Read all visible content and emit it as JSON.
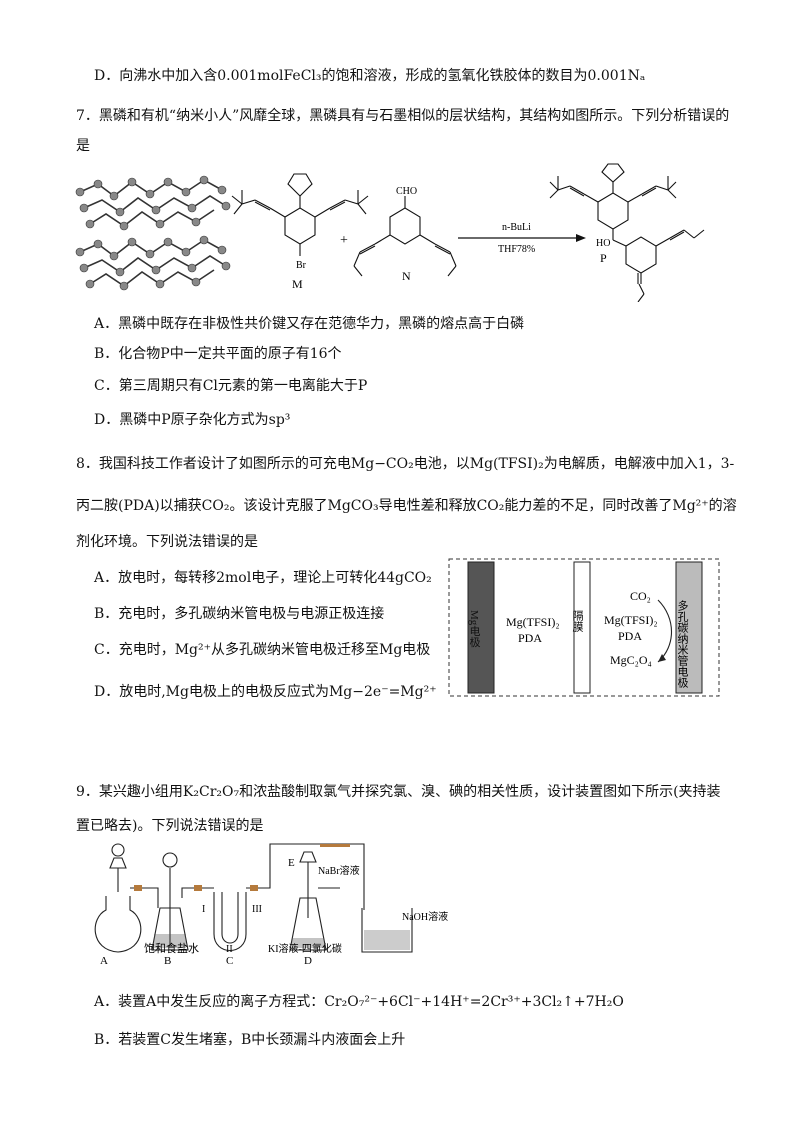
{
  "q6": {
    "optionD": "D．向沸水中加入含0.001molFeCl₃的饱和溶液，形成的氢氧化铁胶体的数目为0.001Nₐ"
  },
  "q7": {
    "stem_line1": "7．黑磷和有机“纳米小人”风靡全球，黑磷具有与石墨相似的层状结构，其结构如图所示。下列分析错误的",
    "stem_line2": "是",
    "fig": {
      "label_m": "M",
      "label_n": "N",
      "label_p": "P",
      "br": "Br",
      "cho": "CHO",
      "ho": "HO",
      "plus": "+",
      "reagent_top": "n-BuLi",
      "reagent_bottom": "THF78%"
    },
    "options": [
      "A．黑磷中既存在非极性共价键又存在范德华力，黑磷的熔点高于白磷",
      "B．化合物P中一定共平面的原子有16个",
      "C．第三周期只有Cl元素的第一电离能大于P",
      "D．黑磷中P原子杂化方式为sp³"
    ]
  },
  "q8": {
    "stem_line1": "8．我国科技工作者设计了如图所示的可充电Mg−CO₂电池，以Mg(TFSI)₂为电解质，电解液中加入1，3-",
    "stem_line2": "丙二胺(PDA)以捕获CO₂。该设计克服了MgCO₃导电性差和释放CO₂能力差的不足，同时改善了Mg²⁺的溶",
    "stem_line3": "剂化环境。下列说法错误的是",
    "options": [
      "A．放电时，每转移2mol电子，理论上可转化44gCO₂",
      "B．充电时，多孔碳纳米管电极与电源正极连接",
      "C．充电时，Mg²⁺从多孔碳纳米管电极迁移至Mg电极",
      "D．放电时,Mg电极上的电极反应式为Mg−2e⁻=Mg²⁺"
    ],
    "fig": {
      "mg_electrode": "Mg电极",
      "left_electrolyte_1": "Mg(TFSI)₂",
      "left_electrolyte_2": "PDA",
      "membrane": "隔膜",
      "co2": "CO₂",
      "right_electrolyte_1": "Mg(TFSI)₂",
      "right_electrolyte_2": "PDA",
      "product": "MgC₂O₄",
      "cnt_electrode": "多孔碳纳米管电极"
    }
  },
  "q9": {
    "stem_line1": "9．某兴趣小组用K₂Cr₂O₇和浓盐酸制取氯气并探究氯、溴、碘的相关性质，设计装置图如下所示(夹持装",
    "stem_line2": "置已略去)。下列说法错误的是",
    "fig": {
      "label_a": "A",
      "label_b": "B",
      "label_c": "C",
      "label_d": "D",
      "label_e": "E",
      "roman_1": "I",
      "roman_2": "II",
      "roman_3": "III",
      "brine": "饱和食盐水",
      "nabr": "NaBr溶液",
      "naoh": "NaOH溶液",
      "ki": "KI溶液-四氯化碳"
    },
    "options": [
      "A．装置A中发生反应的离子方程式：Cr₂O₇²⁻+6Cl⁻+14H⁺=2Cr³⁺+3Cl₂↑+7H₂O",
      "B．若装置C发生堵塞，B中长颈漏斗内液面会上升"
    ]
  }
}
